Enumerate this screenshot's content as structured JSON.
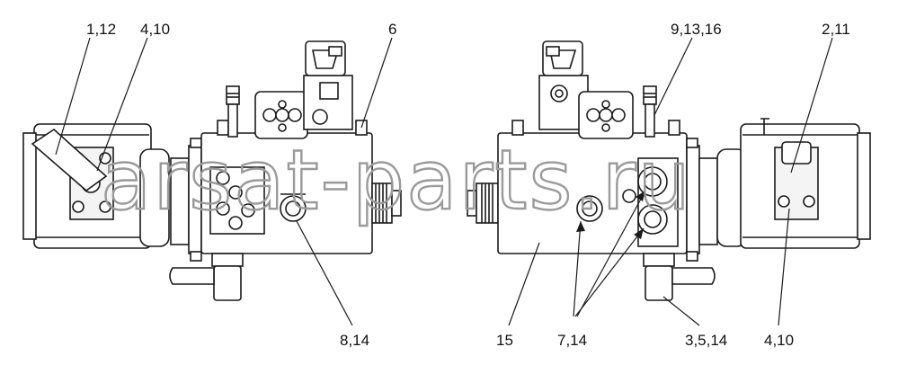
{
  "diagram": {
    "callouts": [
      {
        "id": "c1",
        "text": "1,12"
      },
      {
        "id": "c2",
        "text": "4,10"
      },
      {
        "id": "c3",
        "text": "6"
      },
      {
        "id": "c4",
        "text": "9,13,16"
      },
      {
        "id": "c5",
        "text": "2,11"
      },
      {
        "id": "c6",
        "text": "8,14"
      },
      {
        "id": "c7",
        "text": "15"
      },
      {
        "id": "c8",
        "text": "7,14"
      },
      {
        "id": "c9",
        "text": "3,5,14"
      },
      {
        "id": "c10",
        "text": "4,10"
      }
    ],
    "watermark": "arsat-parts.ru"
  },
  "colors": {
    "line": "#1a1a1a",
    "fill": "#ffffff",
    "shade": "#d9d9d9",
    "watermark": "#9a9a9a"
  }
}
